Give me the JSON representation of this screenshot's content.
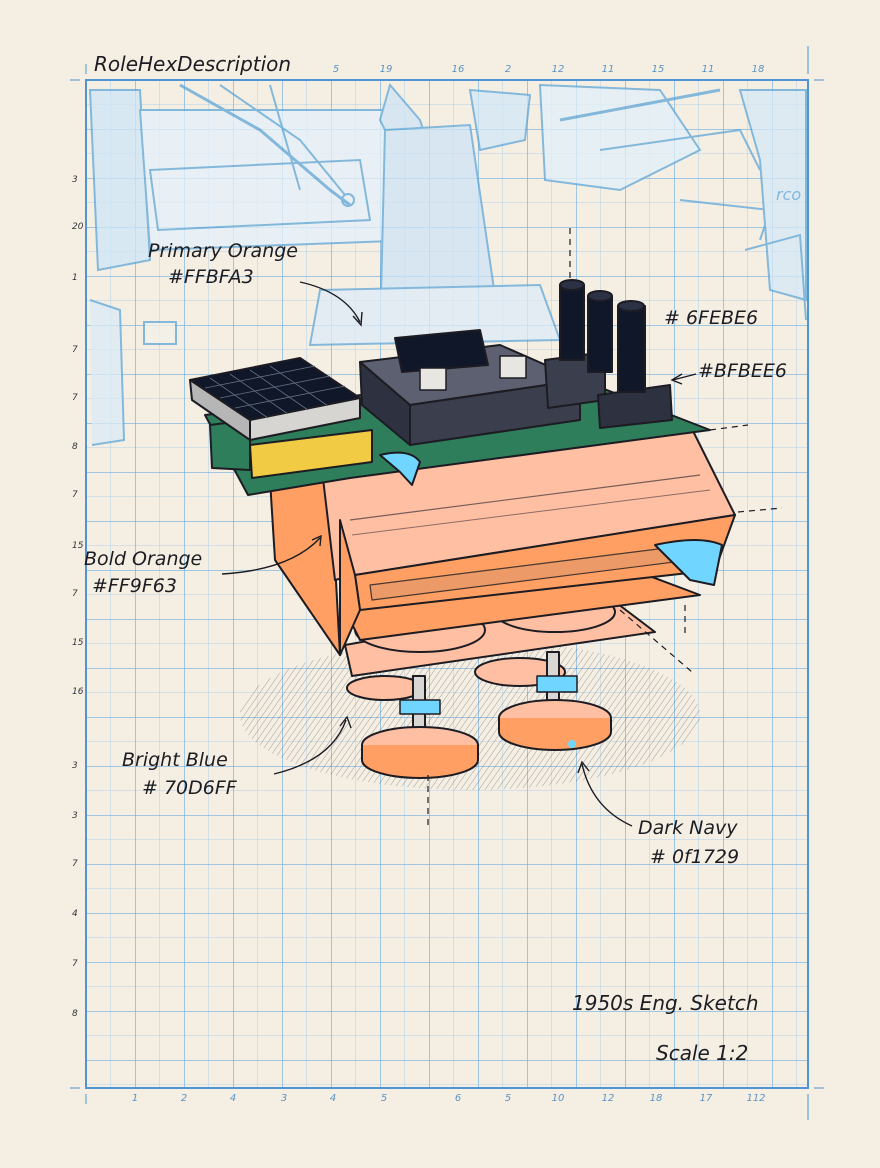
{
  "sheet": {
    "title": "RoleHexDescription",
    "footer_line1": "1950s Eng. Sketch",
    "footer_line2": "Scale 1:2"
  },
  "callouts": [
    {
      "name": "primary-orange-callout",
      "label": "Primary Orange",
      "hex": "#FFBFA3"
    },
    {
      "name": "bold-orange-callout",
      "label": "Bold Orange",
      "hex": "#FF9F63"
    },
    {
      "name": "bright-blue-callout",
      "label": "Bright Blue",
      "hex": "# 70D6FF"
    },
    {
      "name": "dark-navy-callout",
      "label": "Dark Navy",
      "hex": "# 0f1729"
    },
    {
      "name": "hex-6febe6-callout",
      "label": "",
      "hex": "# 6FEBE6"
    },
    {
      "name": "hex-bfbee6-callout",
      "label": "",
      "hex": "#BFBEE6"
    }
  ],
  "ruler": {
    "top": [
      "5",
      "19",
      "16",
      "2",
      "12",
      "11",
      "15",
      "11",
      "18"
    ],
    "bottom": [
      "1",
      "2",
      "4",
      "3",
      "4",
      "5",
      "6",
      "5",
      "10",
      "12",
      "18",
      "17",
      "112"
    ],
    "left": [
      "3",
      "20",
      "1",
      "7",
      "7",
      "8",
      "7",
      "15",
      "7",
      "15",
      "16",
      "3",
      "3",
      "7",
      "4",
      "7",
      "8"
    ]
  },
  "colors": {
    "paper": "#f5efe3",
    "grid": "#8fc3ea",
    "grid_major": "#4f95d3",
    "ink": "#1c1c22",
    "primary_orange": "#FFBFA3",
    "bold_orange": "#FF9F63",
    "bright_blue": "#70D6FF",
    "dark_navy": "#0f1729",
    "pcb_green": "#2e7d5b",
    "header_yellow": "#f2cb45"
  }
}
